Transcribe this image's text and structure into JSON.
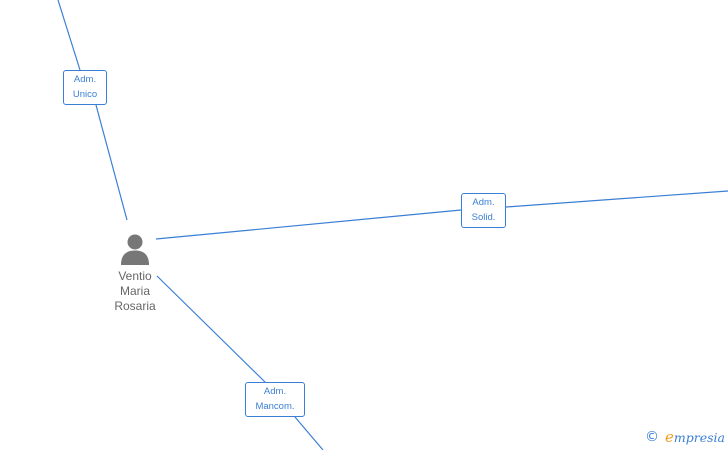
{
  "colors": {
    "edge": "#3a7fd5",
    "label_text": "#3a7fd5",
    "node_icon": "#777777",
    "node_text": "#666666",
    "brand_accent": "#f39c1b"
  },
  "person": {
    "name_lines": [
      "Ventio",
      "Maria",
      "Rosaria"
    ],
    "icon": "person-silhouette-icon"
  },
  "edges": [
    {
      "id": "unico",
      "label_lines": [
        "Adm.",
        "Unico"
      ]
    },
    {
      "id": "solid",
      "label_lines": [
        "Adm.",
        "Solid."
      ]
    },
    {
      "id": "mancom",
      "label_lines": [
        "Adm.",
        "Mancom."
      ]
    }
  ],
  "footer": {
    "copyright_symbol": "©",
    "brand_first_letter": "e",
    "brand_rest": "mpresia"
  }
}
